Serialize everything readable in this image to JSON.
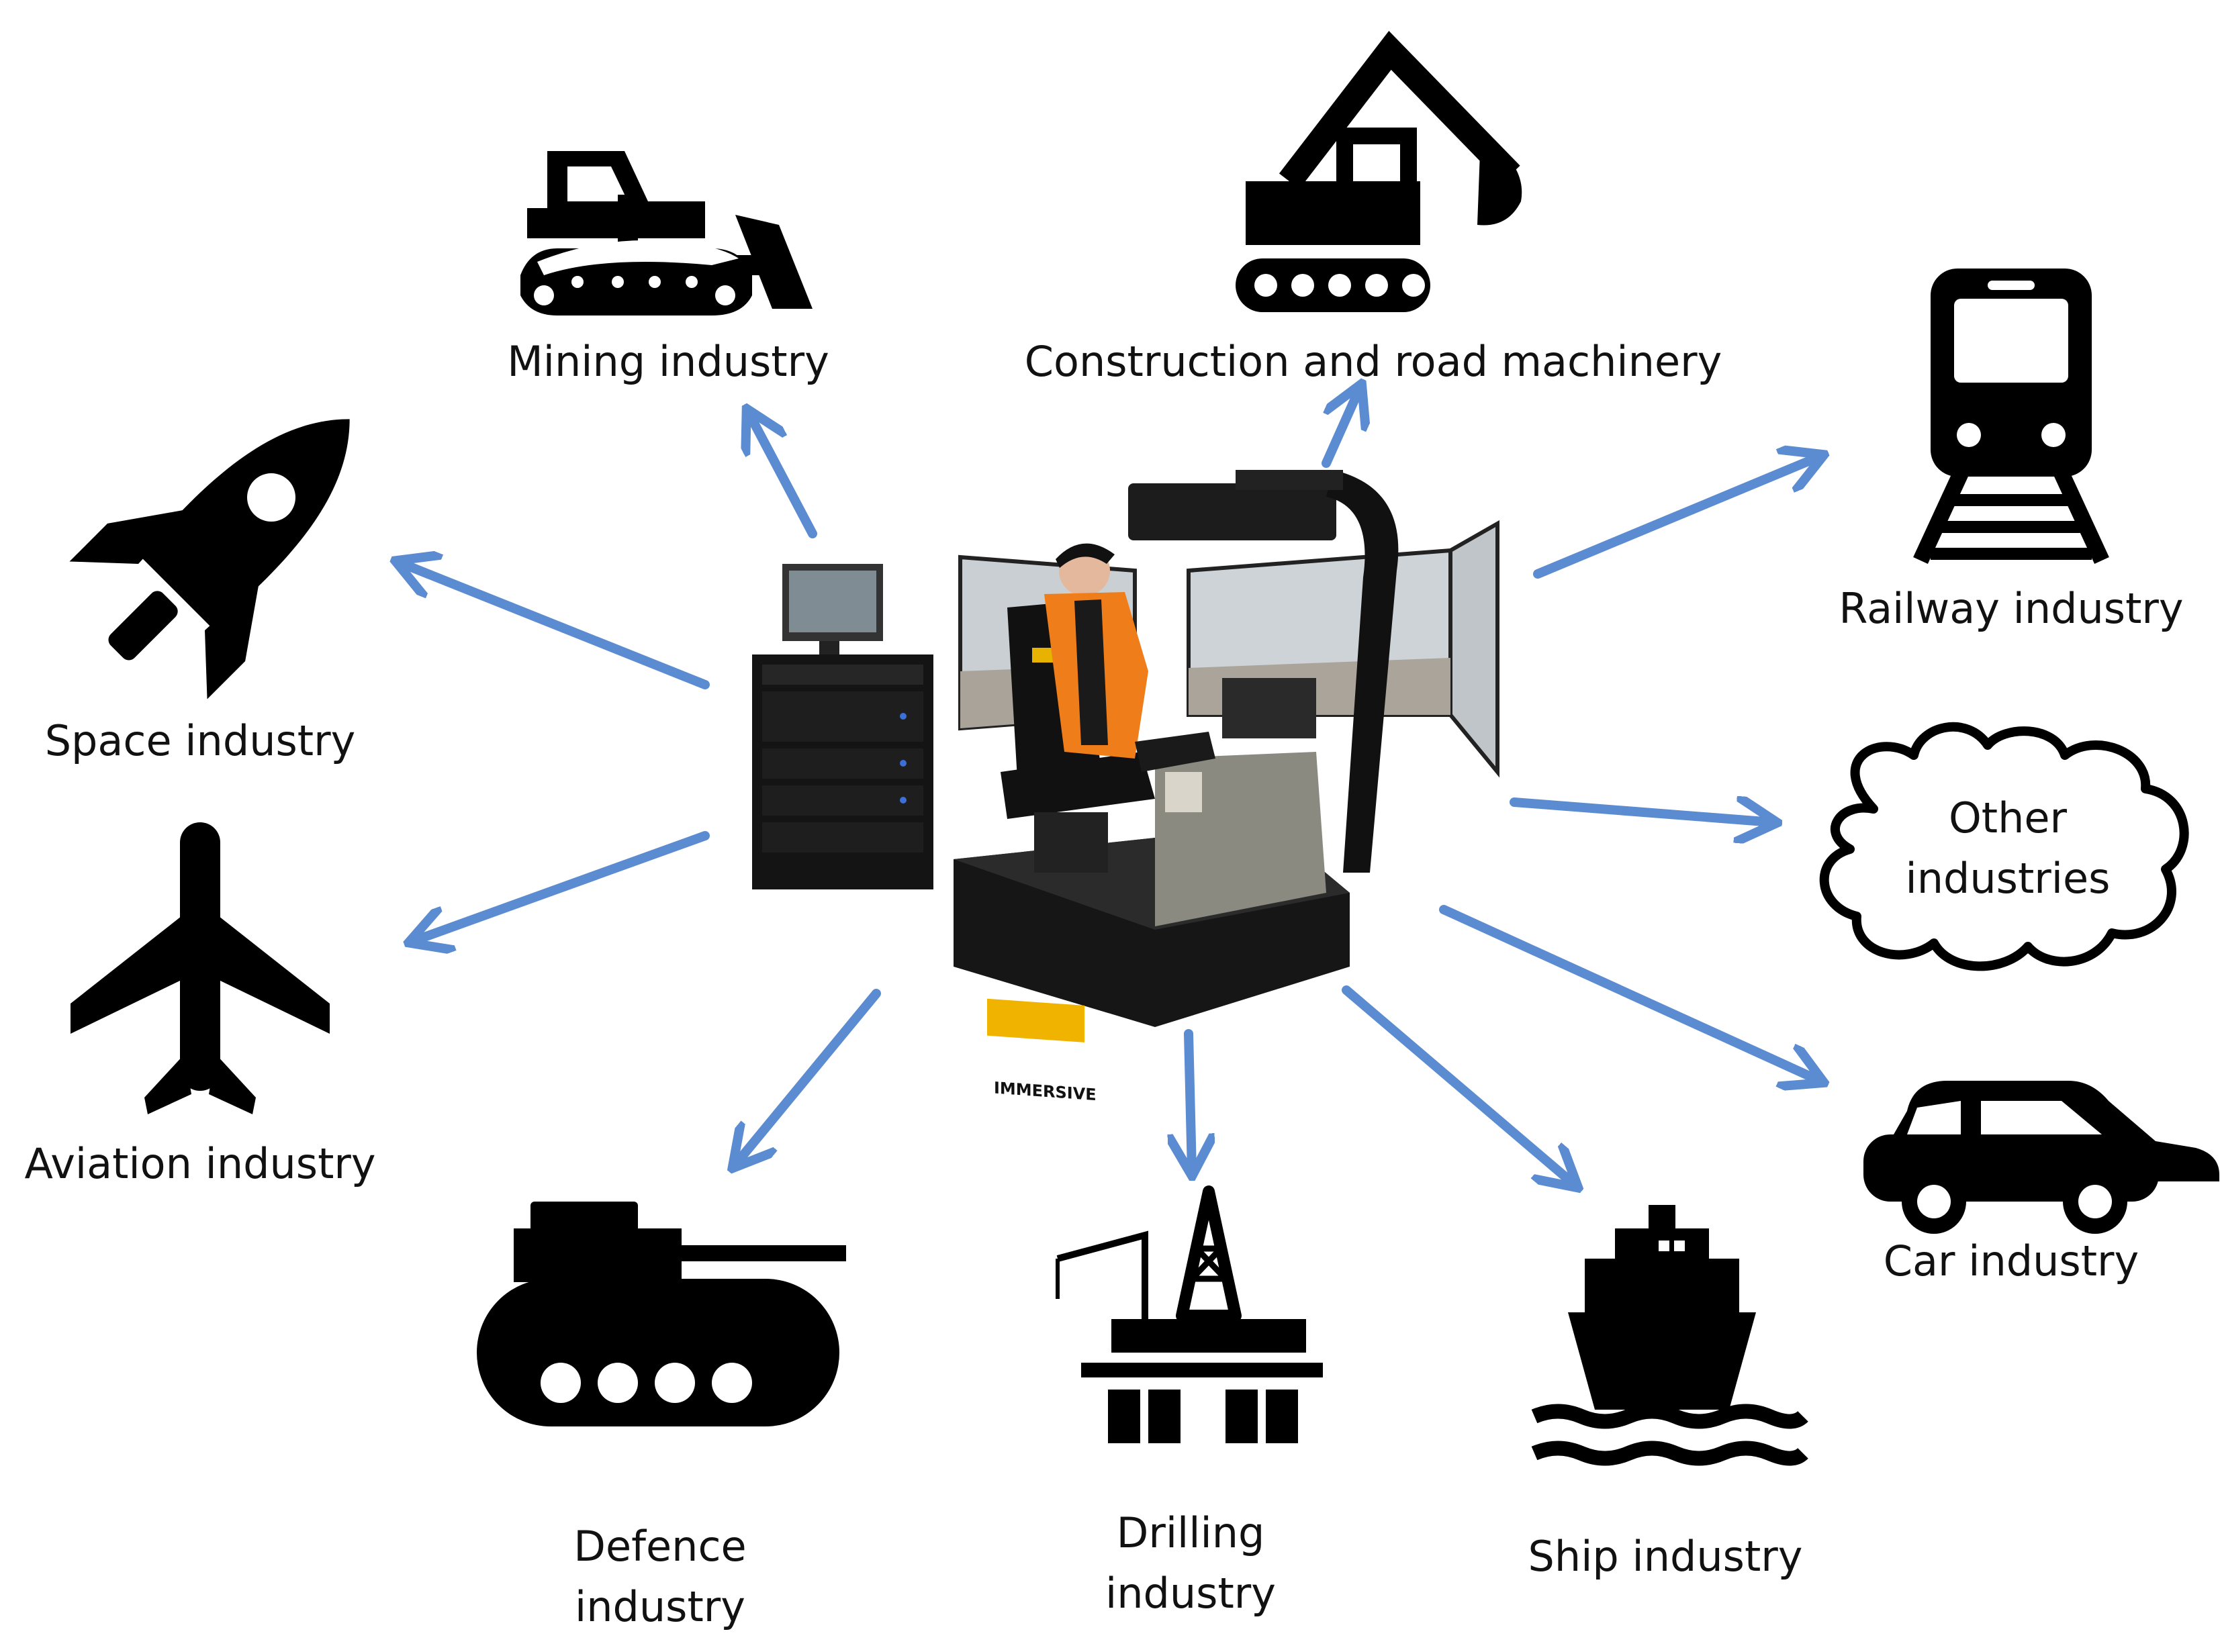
{
  "labels": {
    "mining": "Mining industry",
    "construction": "Construction and road machinery",
    "railway": "Railway industry",
    "space": "Space industry",
    "other_line1": "Other",
    "other_line2": "industries",
    "aviation": "Aviation industry",
    "car": "Car industry",
    "defence_line1": "Defence",
    "defence_line2": "industry",
    "drilling_line1": "Drilling",
    "drilling_line2": "industry",
    "ship": "Ship industry"
  },
  "simulator_brand": "IMMERSIVE",
  "colors": {
    "arrow": "#5b8bd0",
    "icon": "#000000",
    "text": "#111111"
  },
  "icons": [
    "bulldozer-icon",
    "excavator-icon",
    "train-icon",
    "rocket-icon",
    "cloud-icon",
    "airplane-icon",
    "car-icon",
    "tank-icon",
    "oil-rig-icon",
    "ship-icon"
  ]
}
